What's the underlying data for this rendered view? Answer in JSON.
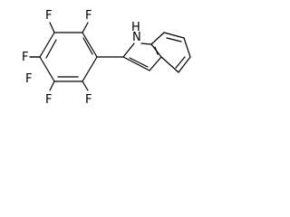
{
  "structure": {
    "atoms": {
      "f_top_left": "F",
      "f_top_right": "F",
      "f_left_upper": "F",
      "f_left_lower": "F",
      "f_bottom_left": "F",
      "f_bottom_right": "F",
      "nh": "N",
      "h": "H"
    }
  }
}
